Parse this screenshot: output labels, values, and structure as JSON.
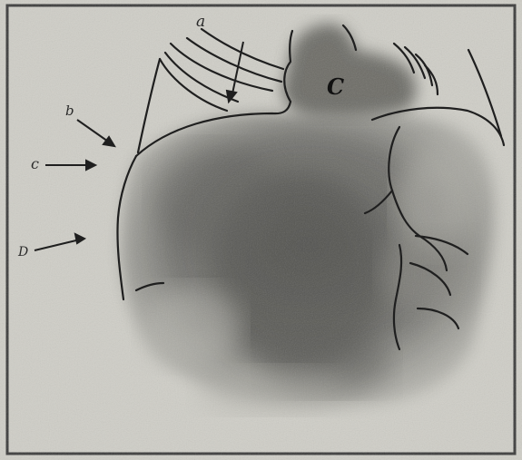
{
  "labels": {
    "a": "a",
    "b": "b",
    "c": "c",
    "d": "D",
    "organ": "C"
  },
  "colors": {
    "paper": "#cfcec7",
    "frame": "#3a3a3a",
    "ink": "#1f1f1f",
    "shadow_dark": "#4a4a48",
    "shadow_mid": "#7a7a76"
  }
}
